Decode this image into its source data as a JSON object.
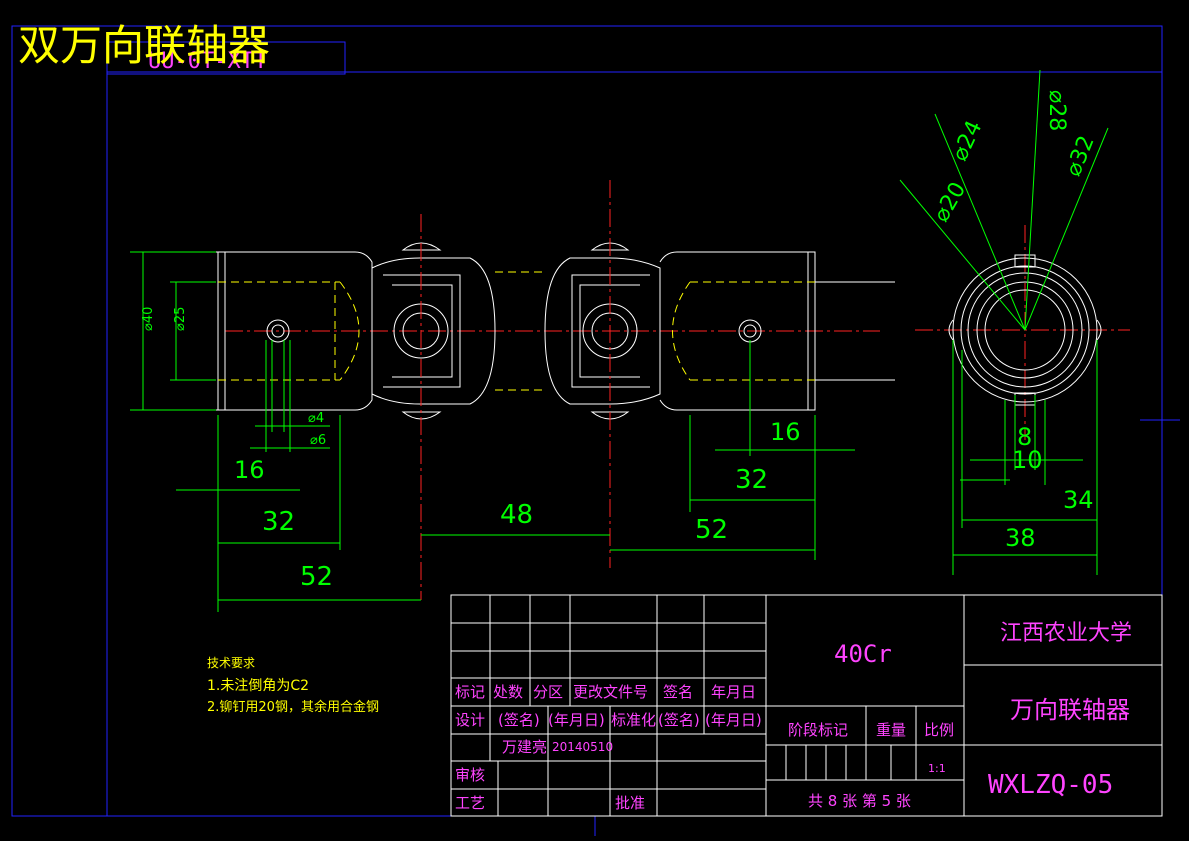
{
  "title": "双万向联轴器",
  "title_overlay": "UU-0T-XTT",
  "colors": {
    "background": "#000000",
    "frame": "#2222ff",
    "outline": "#ffffff",
    "hidden": "#ffff00",
    "center": "#ff2222",
    "dimension": "#00ff00",
    "title_text": "#ffff00",
    "block_text": "#ff44ff",
    "table_line": "#ffffff"
  },
  "dimensions": {
    "dia_40": "⌀40",
    "dia_25": "⌀25",
    "dia_4": "⌀4",
    "dia_6": "⌀6",
    "left_16": "16",
    "left_32": "32",
    "left_52": "52",
    "mid_48": "48",
    "right_16": "16",
    "right_32": "32",
    "right_52": "52",
    "side_dia_20": "⌀20",
    "side_dia_24": "⌀24",
    "side_dia_28": "⌀28",
    "side_dia_32": "⌀32",
    "side_8": "8",
    "side_10": "10",
    "side_34": "34",
    "side_38": "38"
  },
  "notes": {
    "heading": "技术要求",
    "line1": "1.未注倒角为C2",
    "line2": "2.铆钉用20钢，其余用合金钢"
  },
  "title_block": {
    "material": "40Cr",
    "university": "江西农业大学",
    "part_name": "万向联轴器",
    "drawing_number": "WXLZQ-05",
    "h_mark": "标记",
    "h_count": "处数",
    "h_zone": "分区",
    "h_change": "更改文件号",
    "h_sign": "签名",
    "h_date": "年月日",
    "design": "设计",
    "sign_p": "(签名)",
    "date_p": "(年月日)",
    "standard": "标准化",
    "sign_p2": "(签名)",
    "date_p2": "(年月日)",
    "designer": "万建亮",
    "design_date": "20140510",
    "stage": "阶段标记",
    "weight": "重量",
    "scale_label": "比例",
    "scale": "1:1",
    "review": "审核",
    "process": "工艺",
    "approve": "批准",
    "sheets": "共 8 张 第 5 张"
  }
}
